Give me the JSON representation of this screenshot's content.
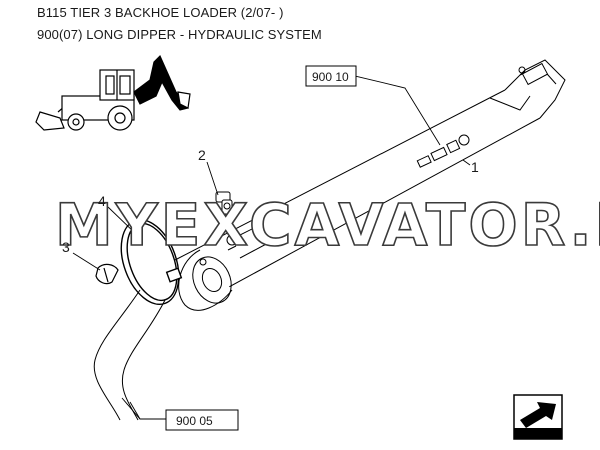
{
  "header": {
    "title": "B115 TIER 3 BACKHOE LOADER (2/07- )",
    "subtitle": "900(07) LONG DIPPER - HYDRAULIC SYSTEM"
  },
  "watermark": "MYEXCAVATOR.RU",
  "callouts": [
    {
      "id": "1",
      "label": "1"
    },
    {
      "id": "2",
      "label": "2"
    },
    {
      "id": "3",
      "label": "3"
    },
    {
      "id": "4",
      "label": "4"
    }
  ],
  "references": [
    {
      "id": "ref-900-10",
      "label": "900 10"
    },
    {
      "id": "ref-900-05",
      "label": "900 05"
    }
  ],
  "nav": {
    "icon": "next-page-arrow-icon"
  }
}
